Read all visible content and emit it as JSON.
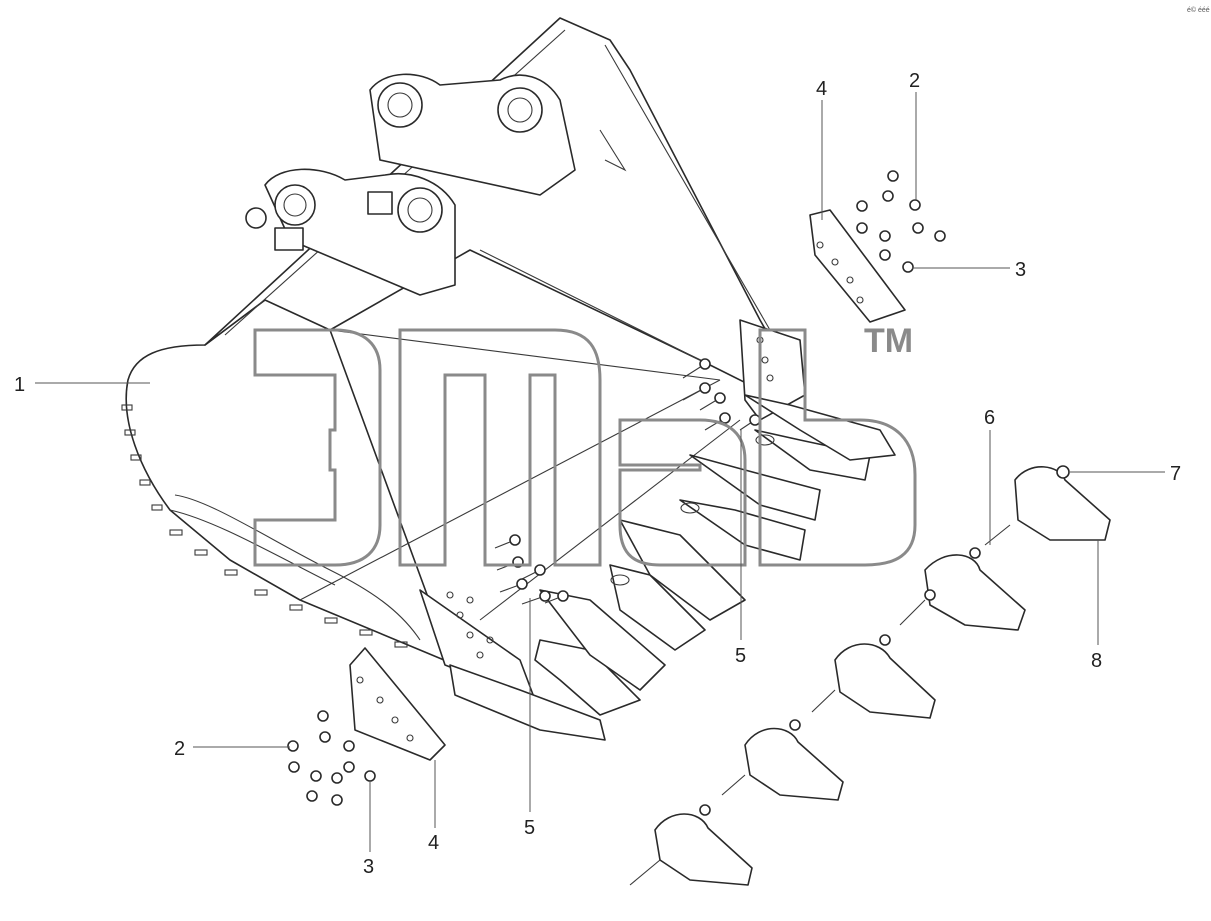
{
  "diagram": {
    "corner_mark": "é© ééé",
    "watermark": {
      "tm": "TM"
    },
    "callouts": [
      {
        "id": "c1",
        "label": "1"
      },
      {
        "id": "c2a",
        "label": "2"
      },
      {
        "id": "c3a",
        "label": "3"
      },
      {
        "id": "c4a",
        "label": "4"
      },
      {
        "id": "c2b",
        "label": "2"
      },
      {
        "id": "c3b",
        "label": "3"
      },
      {
        "id": "c4b",
        "label": "4"
      },
      {
        "id": "c5a",
        "label": "5"
      },
      {
        "id": "c5b",
        "label": "5"
      },
      {
        "id": "c6",
        "label": "6"
      },
      {
        "id": "c7",
        "label": "7"
      },
      {
        "id": "c8",
        "label": "8"
      }
    ]
  },
  "colors": {
    "line": "#2a2a2a",
    "watermark": "#8a8a8a",
    "background": "#ffffff"
  }
}
